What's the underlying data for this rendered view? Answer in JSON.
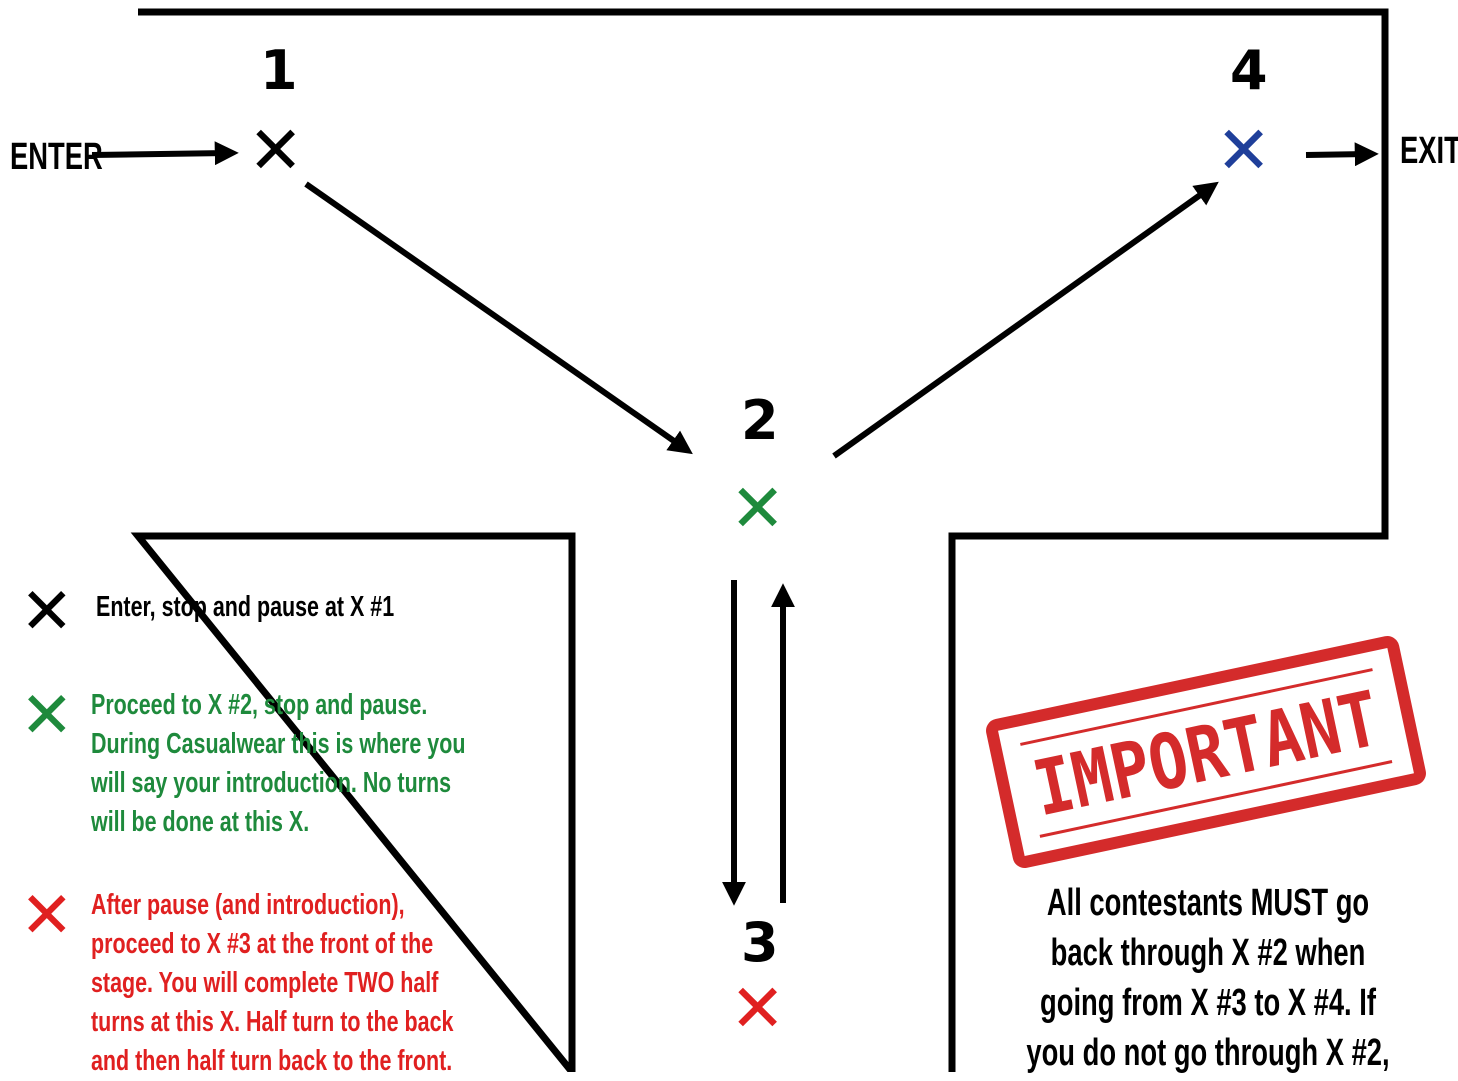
{
  "diagram": {
    "enter_label": "ENTER",
    "exit_label": "EXIT",
    "marks": [
      {
        "number": "1",
        "symbol": "✕",
        "color": "#000000",
        "name": "black-x"
      },
      {
        "number": "2",
        "symbol": "✕",
        "color": "#1e8a3c",
        "name": "green-x"
      },
      {
        "number": "3",
        "symbol": "✕",
        "color": "#e02020",
        "name": "red-x"
      },
      {
        "number": "4",
        "symbol": "✕",
        "color": "#1f3f9a",
        "name": "blue-x"
      }
    ]
  },
  "legend": [
    {
      "symbol": "✕",
      "color": "#000000",
      "lines": [
        "Enter, stop and pause at X #1"
      ]
    },
    {
      "symbol": "✕",
      "color": "#1e8a3c",
      "lines": [
        "Proceed to X #2, stop and pause.",
        "During Casualwear this is where you",
        "will say your introduction. No turns",
        "will be done at this X."
      ]
    },
    {
      "symbol": "✕",
      "color": "#e02020",
      "lines": [
        "After pause (and introduction),",
        "proceed to X #3 at the front of the",
        "stage. You will complete TWO half",
        "turns at this X. Half turn to the back",
        "and then half turn back to the front."
      ]
    }
  ],
  "important": {
    "stamp_text": "IMPORTANT",
    "stamp_color": "#d42b2b",
    "lines": [
      "All contestants MUST go",
      "back through X #2 when",
      "going from X #3 to X #4. If",
      "you do not go through X #2,"
    ]
  }
}
